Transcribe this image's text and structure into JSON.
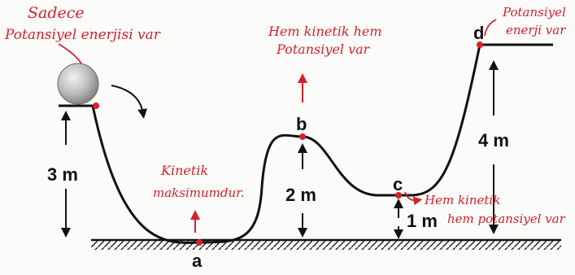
{
  "points": {
    "a": "a",
    "b": "b",
    "c": "c",
    "d": "d"
  },
  "heights": {
    "start": "3 m",
    "b": "2 m",
    "c": "1 m",
    "d": "4 m"
  },
  "annotations": {
    "start_line1": "Sadece",
    "start_line2": "Potansiyel enerjisi var",
    "b_line1": "Hem kinetik hem",
    "b_line2": "Potansiyel var",
    "a_line1": "Kinetik",
    "a_line2": "maksimumdur.",
    "c_line1": "Hem kinetik",
    "c_line2": "hem potansiyel var",
    "d_line1": "Potansiyel",
    "d_line2": "enerji var"
  },
  "colors": {
    "track": "#111111",
    "annotation": "#d6202a",
    "ball": "#b9b9b9"
  }
}
